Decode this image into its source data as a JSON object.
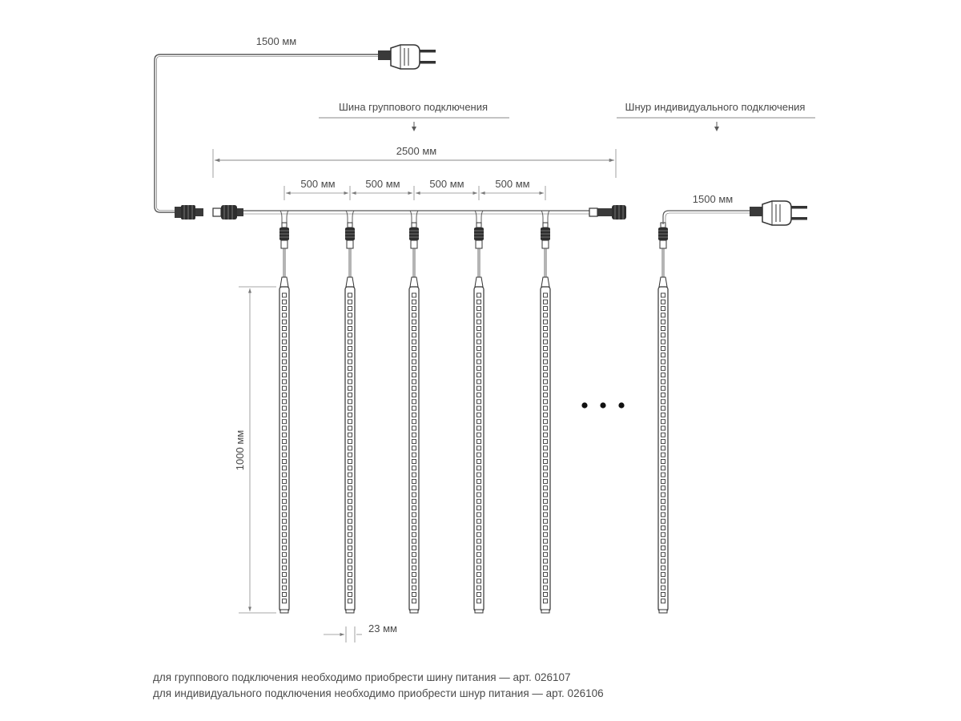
{
  "labels": {
    "input_cable": "1500 мм",
    "group_bus_title": "Шина группового подключения",
    "individual_cord_title": "Шнур индивидуального подключения",
    "total_length": "2500 мм",
    "spacing_1": "500 мм",
    "spacing_2": "500 мм",
    "spacing_3": "500 мм",
    "spacing_4": "500 мм",
    "individual_cable": "1500 мм",
    "tube_length": "1000 мм",
    "tube_diameter": "23 мм"
  },
  "notes": {
    "group": "для группового подключения необходимо приобрести шину питания — арт. 026107",
    "individual": "для индивидуального подключения необходимо приобрести шнур питания — арт. 026106"
  },
  "colors": {
    "line": "#5a5a5a",
    "dimension": "#8a8a8a",
    "connector": "#3a3a3a"
  }
}
